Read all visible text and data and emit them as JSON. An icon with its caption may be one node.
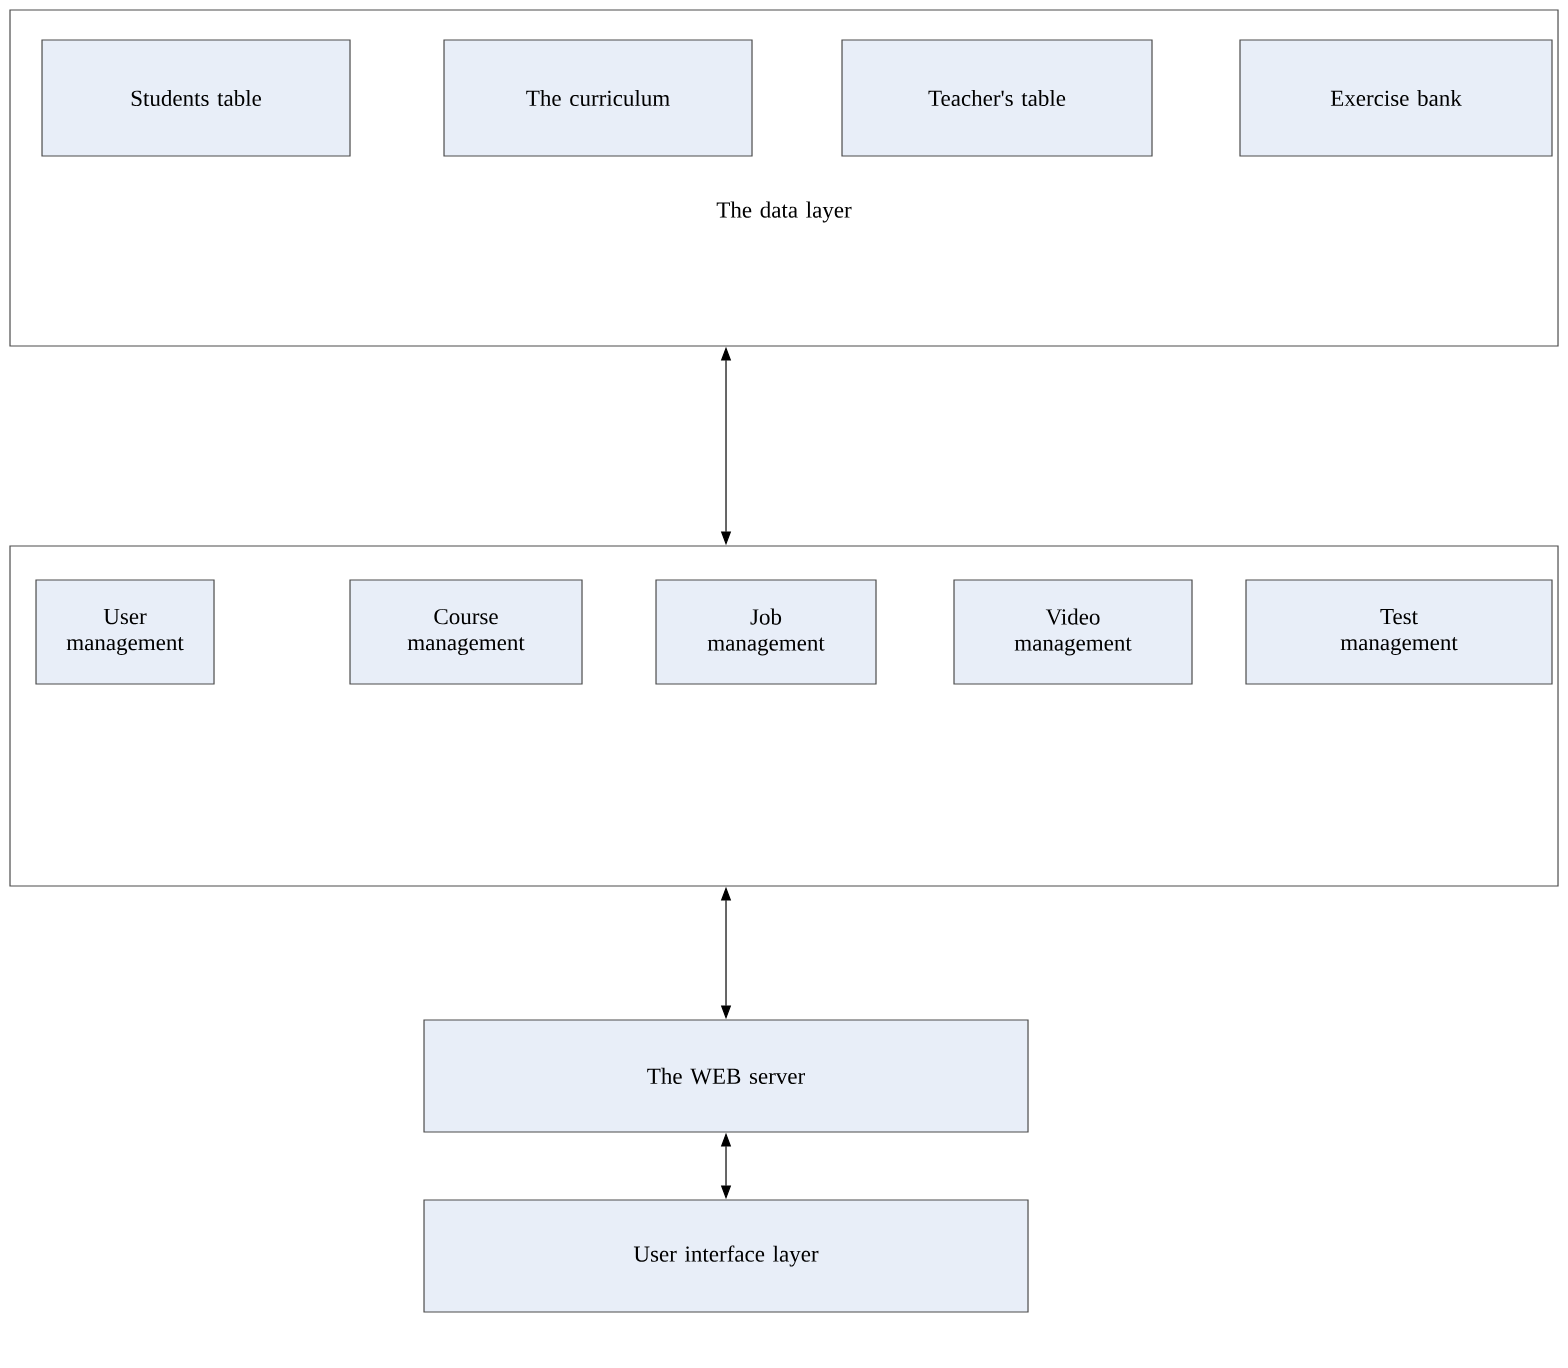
{
  "diagram": {
    "nodes": [
      {
        "text": [
          "The data layer"
        ]
      },
      {
        "text": [
          "Students table"
        ],
        "in": 0
      },
      {
        "text": [
          "The curriculum"
        ],
        "in": 0
      },
      {
        "text": [
          "Teacher's table"
        ],
        "in": 0
      },
      {
        "text": [
          "Exercise bank"
        ],
        "in": 0
      },
      {
        "text": [],
        "shape": "box"
      },
      {
        "text": [
          "User management"
        ],
        "in": 5
      },
      {
        "text": [
          "Course management"
        ],
        "in": 5
      },
      {
        "text": [
          "Job management"
        ],
        "in": 5
      },
      {
        "text": [
          "Video management"
        ],
        "in": 5
      },
      {
        "text": [
          "Test management"
        ],
        "in": 5
      },
      {
        "text": [
          "The WEB server"
        ]
      },
      {
        "text": [
          "User interface layer"
        ]
      }
    ],
    "edges": [
      {
        "from": 0,
        "to": 5,
        "arrow": "both"
      },
      {
        "from": 5,
        "to": 11,
        "arrow": "both"
      },
      {
        "from": 11,
        "to": 12,
        "arrow": "both"
      }
    ]
  }
}
